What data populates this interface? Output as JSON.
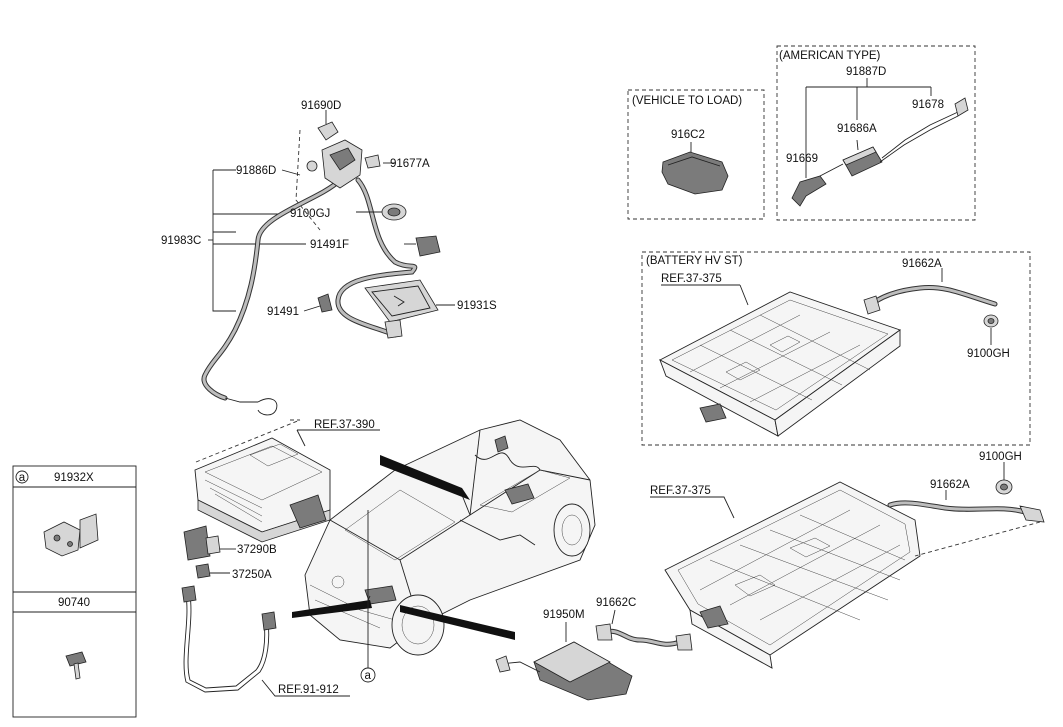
{
  "sections": {
    "american_type": "(AMERICAN TYPE)",
    "vehicle_to_load": "(VEHICLE TO LOAD)",
    "battery_hv_st": "(BATTERY HV ST)"
  },
  "parts": {
    "p91690D": "91690D",
    "p91886D": "91886D",
    "p91677A": "91677A",
    "p9100GJ": "9100GJ",
    "p91983C": "91983C",
    "p91491F": "91491F",
    "p91931S": "91931S",
    "p91491": "91491",
    "p91887D": "91887D",
    "p91678": "91678",
    "p91686A": "91686A",
    "p91669": "91669",
    "p916C2": "916C2",
    "p91662A_top": "91662A",
    "p9100GH_top": "9100GH",
    "p9100GH_bottom": "9100GH",
    "p91662A_bottom": "91662A",
    "p37290B": "37290B",
    "p37250A": "37250A",
    "p91950M": "91950M",
    "p91662C": "91662C"
  },
  "references": {
    "ref_37_390": "REF.37-390",
    "ref_37_375_top": "REF.37-375",
    "ref_37_375_bottom": "REF.37-375",
    "ref_91_912": "REF.91-912"
  },
  "callout_panel": {
    "marker": "a",
    "row1_part": "91932X",
    "row2_part": "90740"
  },
  "vehicle_callout": "a"
}
